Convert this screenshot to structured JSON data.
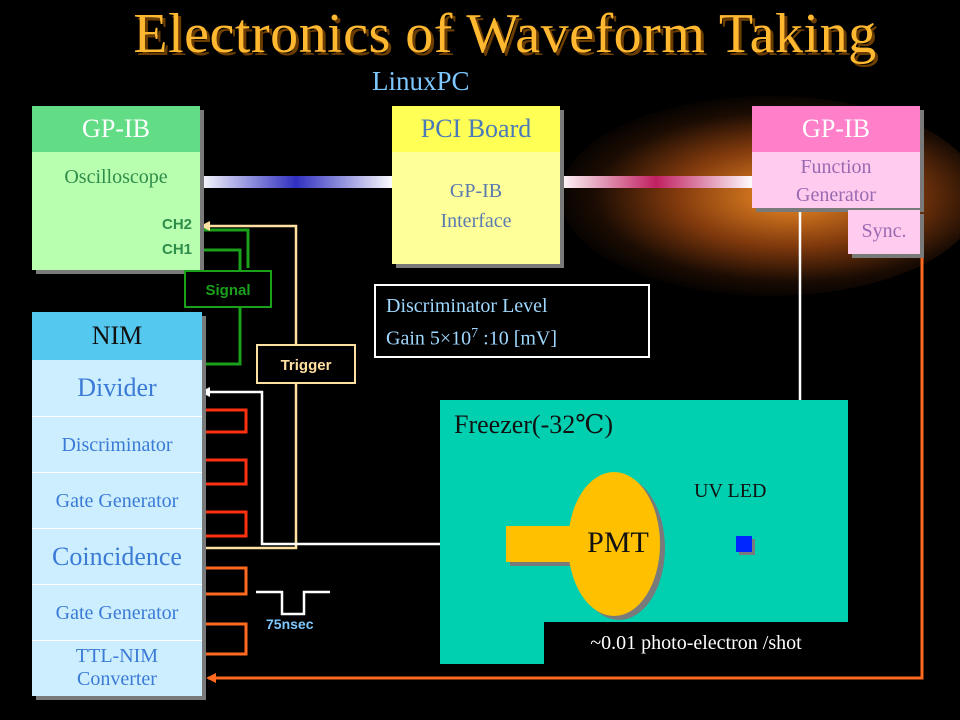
{
  "title": "Electronics of Waveform Taking",
  "linuxpc_label": "LinuxPC",
  "oscilloscope": {
    "header": "GP-IB",
    "label": "Oscilloscope",
    "ch2": "CH2",
    "ch1": "CH1"
  },
  "pci": {
    "header": "PCI Board",
    "label_line1": "GP-IB",
    "label_line2": "Interface"
  },
  "function_generator": {
    "header": "GP-IB",
    "label_line1": "Function",
    "label_line2": "Generator",
    "sync": "Sync."
  },
  "nim": {
    "header": "NIM",
    "modules": [
      "Divider",
      "Discriminator",
      "Gate Generator",
      "Coincidence",
      "Gate Generator"
    ],
    "ttl_line1": "TTL-NIM",
    "ttl_line2": "Converter"
  },
  "signal_label": "Signal",
  "trigger_label": "Trigger",
  "pulse_label": "75nsec",
  "discriminator_level": {
    "line1": "Discriminator Level",
    "line2_prefix": "Gain 5×10",
    "line2_exp": "7",
    "line2_suffix": " :10 [mV]"
  },
  "freezer": {
    "label": "Freezer(-32℃)",
    "pmt": "PMT",
    "uv_led": "UV LED",
    "photo_electron": "~0.01 photo-electron /shot"
  },
  "colors": {
    "title": "#ffb830",
    "linuxpc": "#7ec8ff",
    "signal": "#1aa01a",
    "trigger": "#ffe0a0",
    "nim_link": "#ff3010",
    "sync_link": "#ff6a20",
    "freezer": "#00d0b0",
    "pmt": "#ffc000"
  }
}
